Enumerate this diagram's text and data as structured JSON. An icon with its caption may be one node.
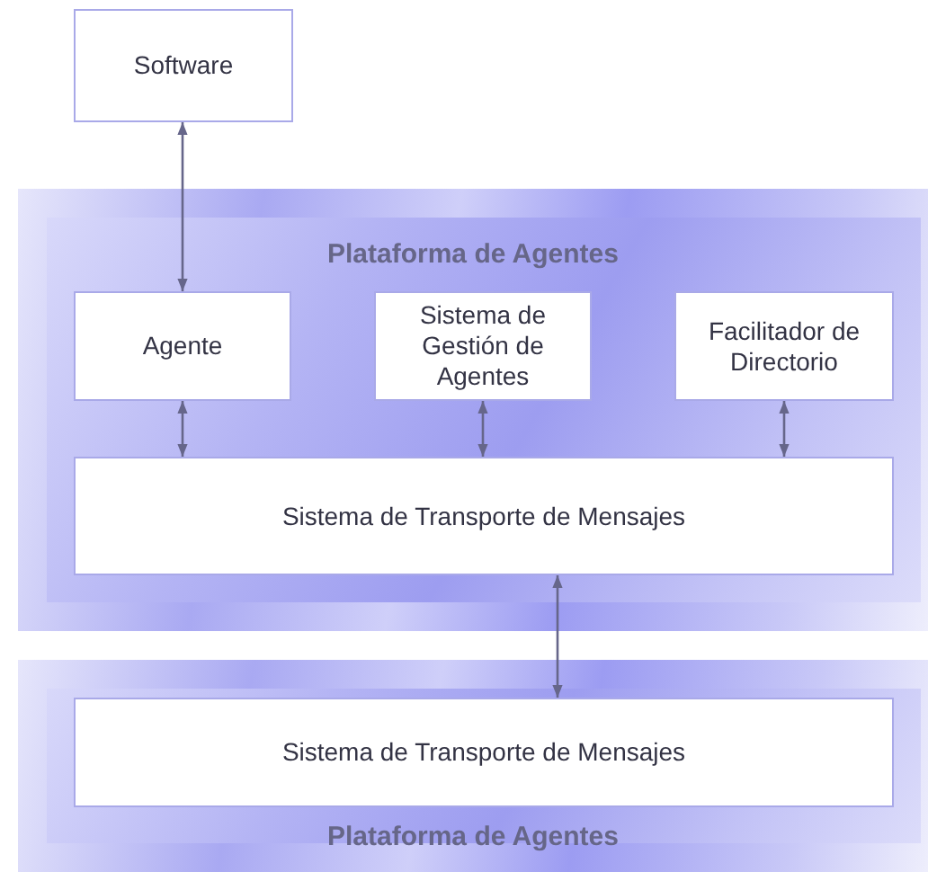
{
  "diagram": {
    "nodes": [
      {
        "text": [
          "Software"
        ]
      },
      {
        "text": [
          "Plataforma de Agentes"
        ]
      },
      {
        "text": [
          "Agente"
        ],
        "in": 1
      },
      {
        "text": [
          "Sistema de Gestión de Agentes"
        ],
        "in": 1
      },
      {
        "text": [
          "Facilitador de Directorio"
        ],
        "in": 1
      },
      {
        "text": [
          "Sistema de Transporte de Mensajes"
        ],
        "in": 1
      },
      {
        "text": [
          "Plataforma de Agentes"
        ]
      },
      {
        "text": [
          "Sistema de Transporte de Mensajes"
        ],
        "in": 6
      }
    ],
    "edges": [
      {
        "from": 0,
        "to": 2,
        "arrow": "both"
      },
      {
        "from": 2,
        "to": 5,
        "arrow": "both"
      },
      {
        "from": 3,
        "to": 5,
        "arrow": "both"
      },
      {
        "from": 4,
        "to": 5,
        "arrow": "both"
      },
      {
        "from": 5,
        "to": 7,
        "arrow": "both"
      }
    ]
  }
}
